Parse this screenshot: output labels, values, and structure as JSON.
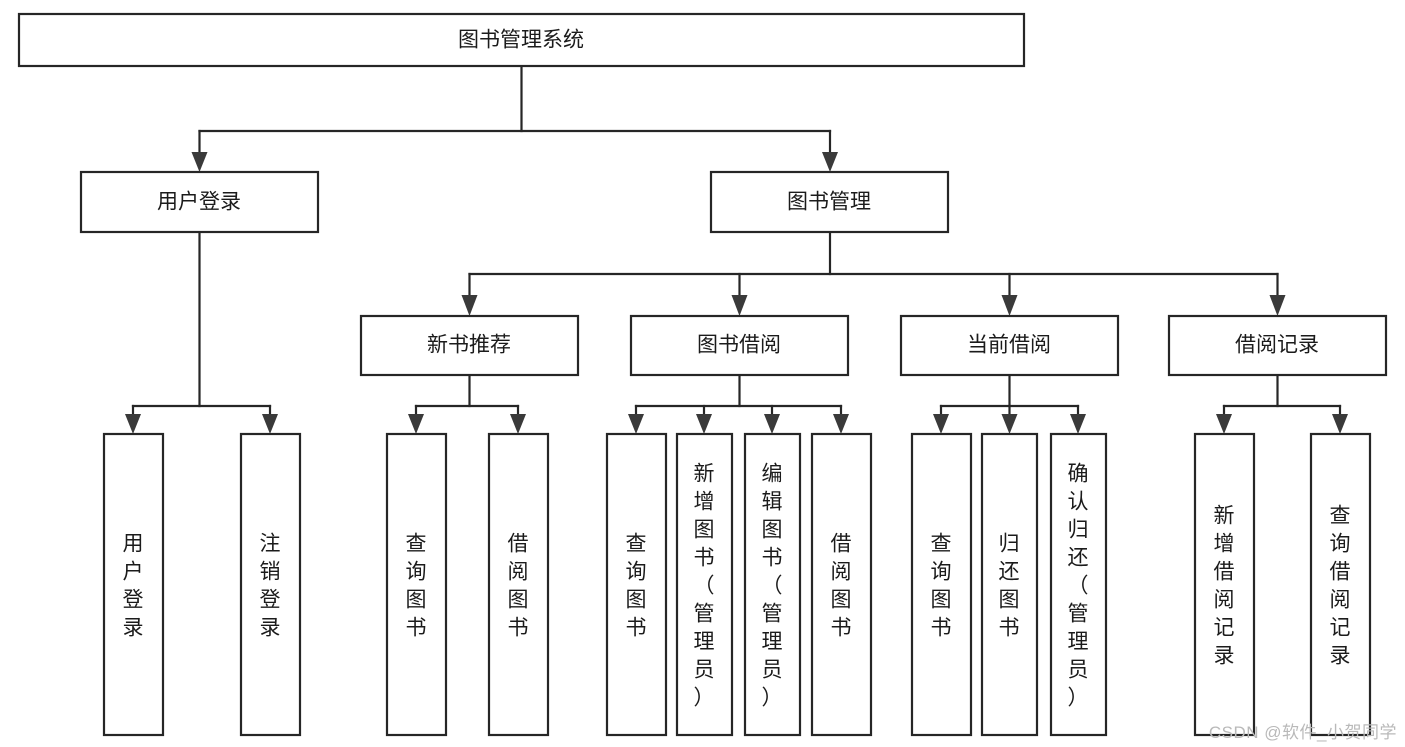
{
  "diagram": {
    "type": "tree-flowchart",
    "orientation": "top-down",
    "root": {
      "id": "root",
      "label": "图书管理系统"
    },
    "level2": [
      {
        "id": "user-login",
        "label": "用户登录"
      },
      {
        "id": "book-manage",
        "label": "图书管理"
      }
    ],
    "level3": [
      {
        "id": "new-book-rec",
        "label": "新书推荐",
        "parent": "book-manage"
      },
      {
        "id": "book-borrow",
        "label": "图书借阅",
        "parent": "book-manage"
      },
      {
        "id": "current-borrow",
        "label": "当前借阅",
        "parent": "book-manage"
      },
      {
        "id": "borrow-record",
        "label": "借阅记录",
        "parent": "book-manage"
      }
    ],
    "leaves": [
      {
        "id": "leaf-user-login",
        "label": "用户登录",
        "parent": "user-login"
      },
      {
        "id": "leaf-logout",
        "label": "注销登录",
        "parent": "user-login"
      },
      {
        "id": "leaf-query-book-1",
        "label": "查询图书",
        "parent": "new-book-rec"
      },
      {
        "id": "leaf-borrow-book-1",
        "label": "借阅图书",
        "parent": "new-book-rec"
      },
      {
        "id": "leaf-query-book-2",
        "label": "查询图书",
        "parent": "book-borrow"
      },
      {
        "id": "leaf-add-book",
        "label": "新增图书（管理员）",
        "parent": "book-borrow"
      },
      {
        "id": "leaf-edit-book",
        "label": "编辑图书（管理员）",
        "parent": "book-borrow"
      },
      {
        "id": "leaf-borrow-book-2",
        "label": "借阅图书",
        "parent": "book-borrow"
      },
      {
        "id": "leaf-query-book-3",
        "label": "查询图书",
        "parent": "current-borrow"
      },
      {
        "id": "leaf-return-book",
        "label": "归还图书",
        "parent": "current-borrow"
      },
      {
        "id": "leaf-confirm-return",
        "label": "确认归还（管理员）",
        "parent": "current-borrow"
      },
      {
        "id": "leaf-add-record",
        "label": "新增借阅记录",
        "parent": "borrow-record"
      },
      {
        "id": "leaf-query-record",
        "label": "查询借阅记录",
        "parent": "borrow-record"
      }
    ]
  },
  "watermark": {
    "text": "CSDN @软件_小贺同学"
  },
  "colors": {
    "background": "#ffffff",
    "box_stroke": "#262626",
    "text": "#1b1b1b",
    "arrow": "#3a3a3a",
    "watermark": "#b9b9b9"
  }
}
